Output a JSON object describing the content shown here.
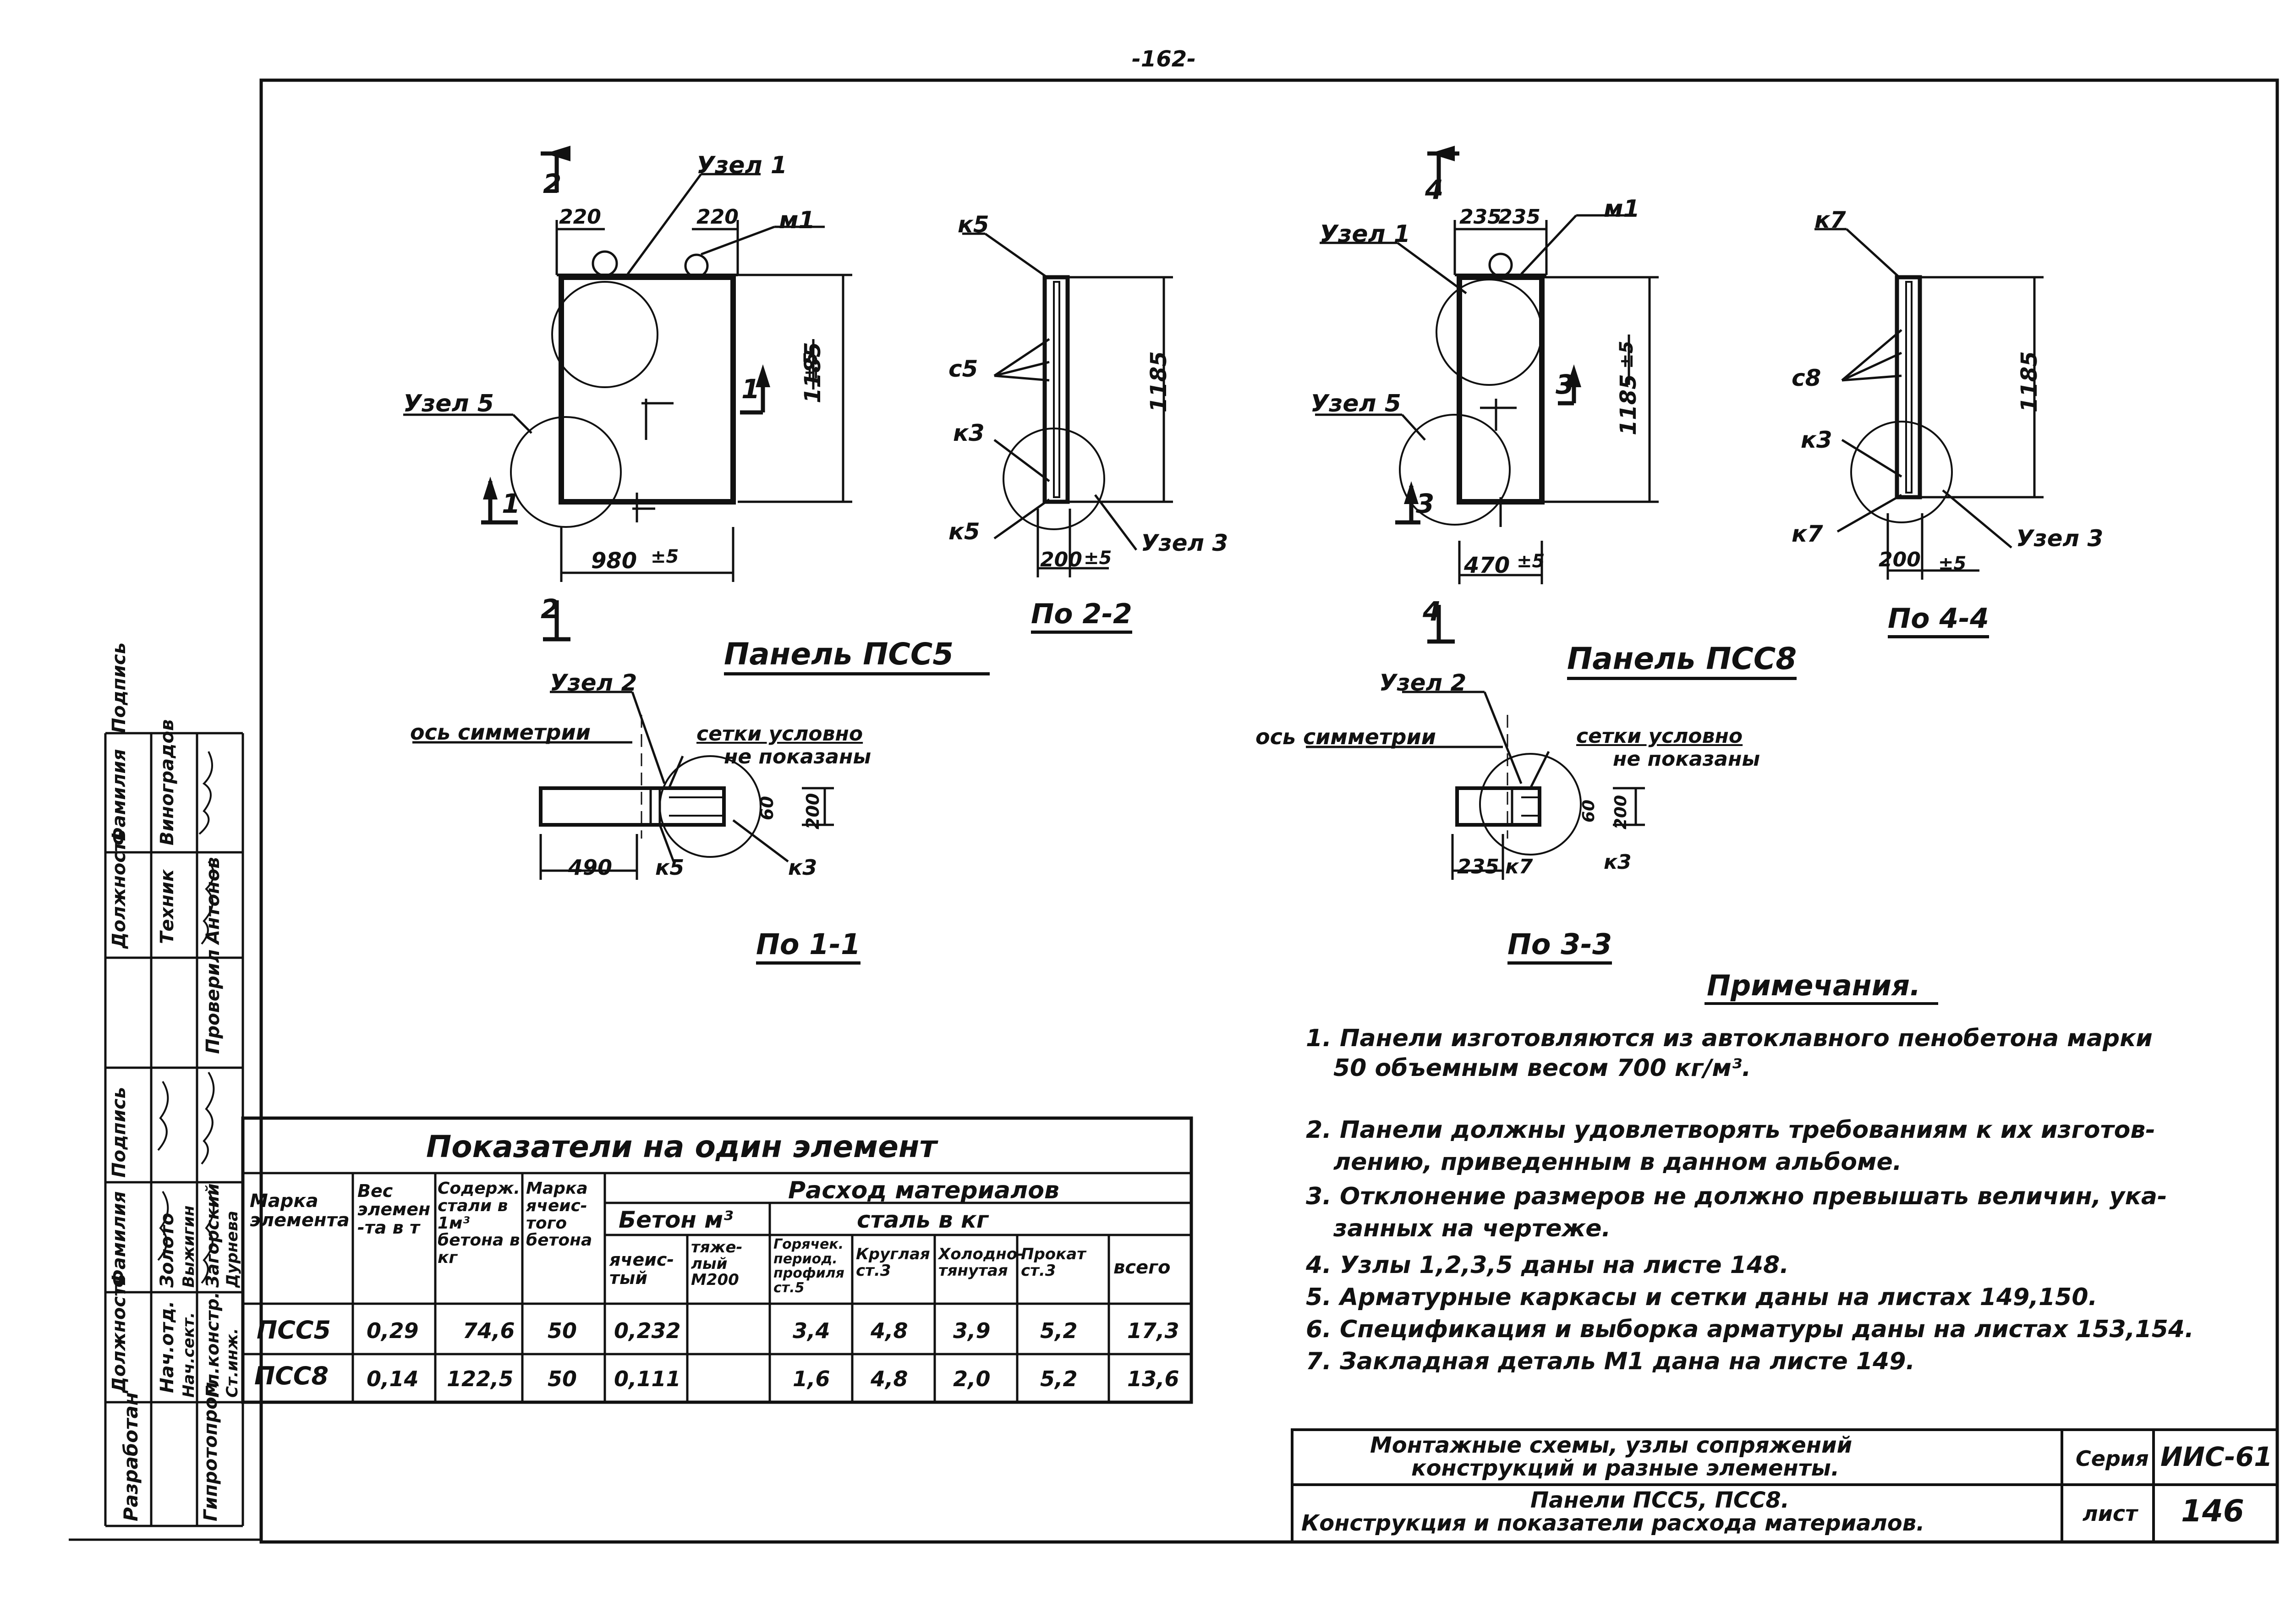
{
  "page_number": "-162-",
  "drawings": {
    "pss5_elevation": {
      "callouts": [
        "Узел 1",
        "м1",
        "Узел 5"
      ],
      "dims": [
        "220",
        "220",
        "1185",
        "±5",
        "980",
        "±5"
      ],
      "section_marks": [
        "2",
        "2",
        "1",
        "1"
      ]
    },
    "sec_2_2": {
      "callouts": [
        "к5",
        "с5",
        "к3",
        "к5",
        "Узел 3"
      ],
      "dims": [
        "1185",
        "200",
        "±5"
      ],
      "title": "По 2-2"
    },
    "pss5_title": "Панель ПСС5",
    "pss8_elevation": {
      "callouts": [
        "Узел 1",
        "м1",
        "Узел 5"
      ],
      "dims": [
        "235",
        "235",
        "1185",
        "±5",
        "470",
        "±5"
      ],
      "section_marks": [
        "4",
        "4",
        "3",
        "3"
      ]
    },
    "sec_4_4": {
      "callouts": [
        "к7",
        "с8",
        "к3",
        "к7",
        "Узел 3"
      ],
      "dims": [
        "1185",
        "200",
        "±5"
      ],
      "title": "По 4-4"
    },
    "pss8_title": "Панель ПСС8",
    "sec_1_1": {
      "labels": [
        "Узел 2",
        "ось симметрии",
        "сетки условно",
        "не показаны",
        "490",
        "к5",
        "к3",
        "60",
        "200"
      ],
      "title": "По 1-1"
    },
    "sec_3_3": {
      "labels": [
        "Узел 2",
        "ось симметрии",
        "сетки условно",
        "не показаны",
        "235",
        "к7",
        "к3",
        "60",
        "200"
      ],
      "title": "По 3-3"
    }
  },
  "notes": {
    "title": "Примечания.",
    "items": [
      "1.  Панели изготовляются из автоклавного пенобетона марки",
      "50 объемным весом 700 кг/м³.",
      "2.  Панели должны удовлетворять требованиям к их изготов-",
      "лению, приведенным в данном альбоме.",
      "3.  Отклонение размеров не должно превышать величин, ука-",
      "занных на чертеже.",
      "4.  Узлы 1,2,3,5 даны на листе 148.",
      "5.  Арматурные каркасы и сетки даны на листах 149,150.",
      "6.  Спецификация и выборка арматуры даны на листах 153,154.",
      "7.  Закладная деталь М1 дана на листе 149."
    ]
  },
  "table": {
    "title": "Показатели на один элемент",
    "materials_header": "Расход материалов",
    "concrete_header": "Бетон м³",
    "steel_header": "сталь в кг",
    "col_mark": "Марка элемента",
    "col_weight": "Вес элемен -та в т",
    "col_steel_content": "Содерж. стали в 1м³ бетона в кг",
    "col_cellular_grade": "Марка ячеис- того бетона",
    "col_cellular": "ячеис- тый",
    "col_heavy": "тяже- лый М200",
    "col_hot": "Горячек. период. профиля ст.5",
    "col_round": "Круглая ст.3",
    "col_cold": "Холодно- тянутая",
    "col_rolled": "Прокат ст.3",
    "col_total": "всего",
    "rows": [
      {
        "mark": "ПСС5",
        "weight": "0,29",
        "steel": "74,6",
        "grade": "50",
        "cell": "0,232",
        "heavy": "",
        "hot": "3,4",
        "round": "4,8",
        "cold": "3,9",
        "rolled": "5,2",
        "total": "17,3"
      },
      {
        "mark": "ПСС8",
        "weight": "0,14",
        "steel": "122,5",
        "grade": "50",
        "cell": "0,111",
        "heavy": "",
        "hot": "1,6",
        "round": "4,8",
        "cold": "2,0",
        "rolled": "5,2",
        "total": "13,6"
      }
    ]
  },
  "signatures": {
    "headers": [
      "Должность",
      "Фамилия",
      "Подпись",
      "Должность",
      "Фамилия",
      "Подпись"
    ],
    "row1": [
      "Нач.отд.",
      "Золото",
      "Гл.констр.",
      "Загорский"
    ],
    "row2": [
      "Техник",
      "Виноградов",
      "Проверил",
      "Антонов"
    ],
    "row3": [
      "Нач.сект.",
      "Выжигин",
      "Ст.инж.",
      "Дурнева"
    ],
    "orgs": [
      "Разработан",
      "Гипротопром"
    ]
  },
  "title_block": {
    "line1": "Монтажные схемы, узлы сопряжений",
    "line2": "конструкций и разные элементы.",
    "line3": "Панели ПСС5, ПСС8.",
    "line4": "Конструкция и показатели расхода материалов.",
    "series_label": "Серия",
    "series_value": "ИИС-61",
    "sheet_label": "лист",
    "sheet_value": "146"
  }
}
